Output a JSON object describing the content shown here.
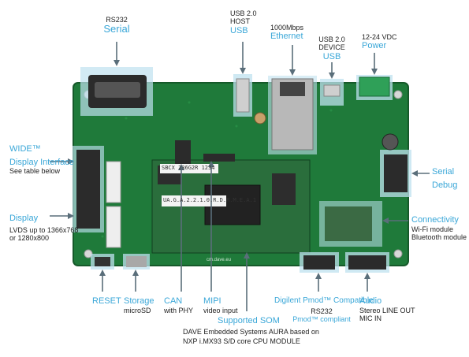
{
  "labels": {
    "serial_top": {
      "sub": "RS232",
      "main": "Serial"
    },
    "usb_host": {
      "sub1": "USB 2.0",
      "sub2": "HOST",
      "main": "USB"
    },
    "ethernet": {
      "sub": "1000Mbps",
      "main": "Ethernet"
    },
    "usb_device": {
      "sub1": "USB 2.0",
      "sub2": "DEVICE",
      "main": "USB"
    },
    "power": {
      "sub": "12-24 VDC",
      "main": "Power"
    },
    "wide_display": {
      "main1": "WIDE™",
      "main2": "Display Interface",
      "sub": "See table below"
    },
    "display": {
      "main": "Display",
      "sub1": "LVDS up to 1366x768",
      "sub2": "or 1280x800"
    },
    "serial_debug": {
      "main1": "Serial",
      "main2": "Debug"
    },
    "connectivity": {
      "main": "Connectivity",
      "sub1": "Wi-Fi module",
      "sub2": "Bluetooth module"
    },
    "reset": {
      "main": "RESET"
    },
    "storage": {
      "main": "Storage",
      "sub": "microSD"
    },
    "can": {
      "main": "CAN",
      "sub": "with PHY"
    },
    "mipi": {
      "main": "MIPI",
      "sub": "video input"
    },
    "pmod": {
      "main": "Digilent Pmod™ Compatible",
      "sub1": "RS232",
      "sub2": "Pmod™ compliant"
    },
    "audio": {
      "main": "Audio",
      "sub1": "Stereo LINE OUT",
      "sub2": "MIC IN"
    },
    "som": {
      "main": "Supported SOM",
      "sub1": "DAVE Embedded Systems AURA based on",
      "sub2": "NXP i.MX93 S/D core CPU MODULE"
    }
  },
  "board_text": {
    "sticker1": "SBCX 236G2R 1234",
    "sticker2": "UA.G.A.2.2.1.0.R.D.R.M.E.A.1",
    "silk": "cm.dave.eu"
  },
  "colors": {
    "accent": "#3aa7d8",
    "pcb": "#1f7a3a",
    "highlight": "#7fc6e4"
  }
}
